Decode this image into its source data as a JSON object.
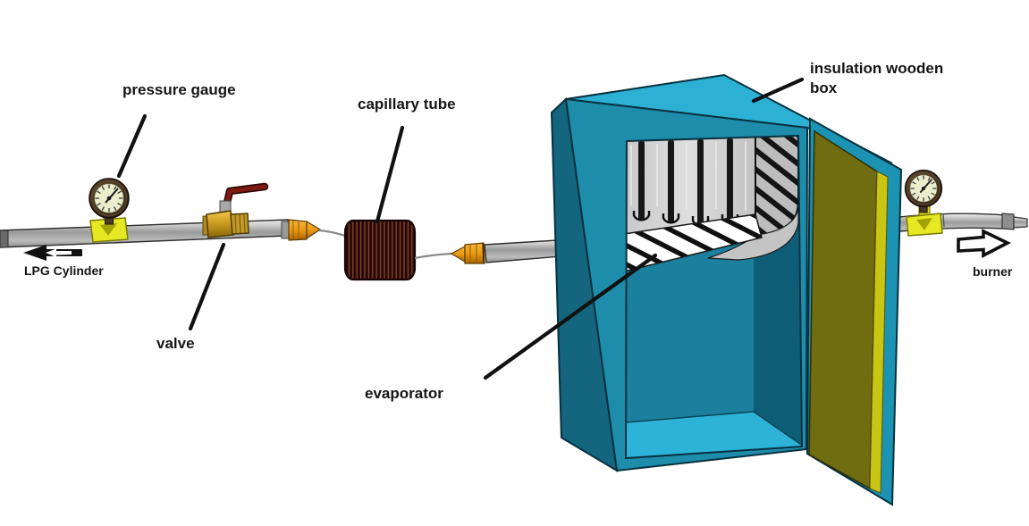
{
  "diagram": {
    "title": "LPG refrigeration system schematic",
    "labels": {
      "pressure_gauge": "pressure gauge",
      "capillary_tube": "capillary tube",
      "insulation_box": "insulation wooden box",
      "valve": "valve",
      "evaporator": "evaporator",
      "lpg_cylinder": "LPG Cylinder",
      "burner": "burner"
    },
    "components": [
      "inlet-pipe",
      "pressure-gauge-left",
      "shut-off-valve",
      "cone-fitting-left",
      "capillary-tube-coil",
      "cone-fitting-right",
      "middle-pipe",
      "insulation-wooden-box",
      "evaporator-coil",
      "evaporator-shelf",
      "box-door",
      "outlet-pipe",
      "pressure-gauge-right",
      "flow-arrow-left",
      "flow-arrow-right"
    ],
    "arrows": [
      {
        "name": "flow-arrow-left",
        "direction": "left",
        "style": "solid-black"
      },
      {
        "name": "flow-arrow-right",
        "direction": "right",
        "style": "hollow-outline"
      }
    ],
    "colors": {
      "box_top": "#2cb0d4",
      "box_front": "#1e8cab",
      "box_side": "#14657e",
      "box_interior": "#1b7f9e",
      "box_floor": "#2db3d8",
      "door_inner": "#6f6d10",
      "door_edge": "#c9c513",
      "door_outer": "#1d93b4",
      "fitting_yellow": "#e6e823",
      "brass": "#c79a1e",
      "valve_handle": "#7d1a12",
      "cone_orange": "#e8960f",
      "coil_brown": "#300d07",
      "pipe_gray": "#9a9a9a",
      "evaporator_gray": "#d2d2d2",
      "label_text": "#151515"
    }
  }
}
